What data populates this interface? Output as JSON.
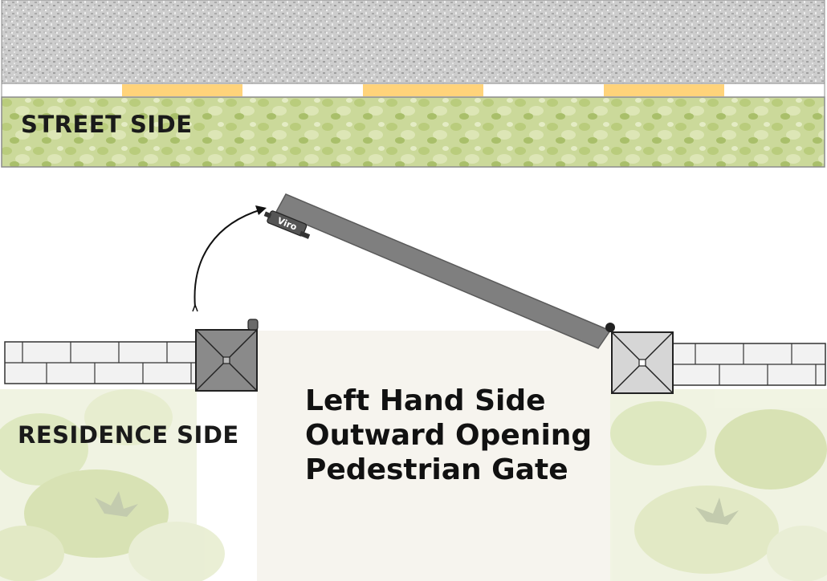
{
  "labels": {
    "street_side": "STREET SIDE",
    "residence_side": "RESIDENCE SIDE"
  },
  "title": {
    "line1": "Left Hand Side",
    "line2": "Outward Opening",
    "line3": "Pedestrian Gate"
  },
  "operator": {
    "brand": "Viro"
  },
  "colors": {
    "road": "#c9c9c9",
    "road_stripe": "#ffd37a",
    "verge": "#cfdc98",
    "gate_panel": "#7f7f7f",
    "pillar": "#8a8a8a",
    "pillar_light": "#d6d6d6",
    "foliage": "#d7e2b3",
    "ground": "#f5f3ec"
  }
}
